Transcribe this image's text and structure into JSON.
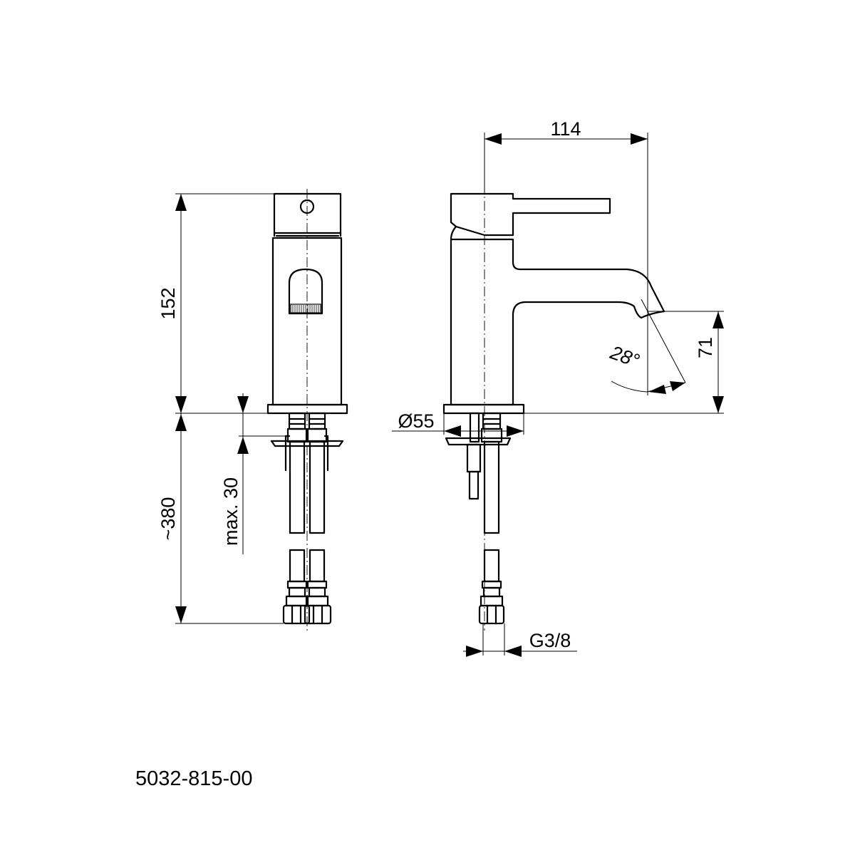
{
  "dimensions": {
    "width": "114",
    "height": "152",
    "hose_length": "~380",
    "max_thickness": "max. 30",
    "spout_height": "71",
    "angle": "28°",
    "base_diameter": "Ø55",
    "thread": "G3/8"
  },
  "product_code": "5032-815-00"
}
